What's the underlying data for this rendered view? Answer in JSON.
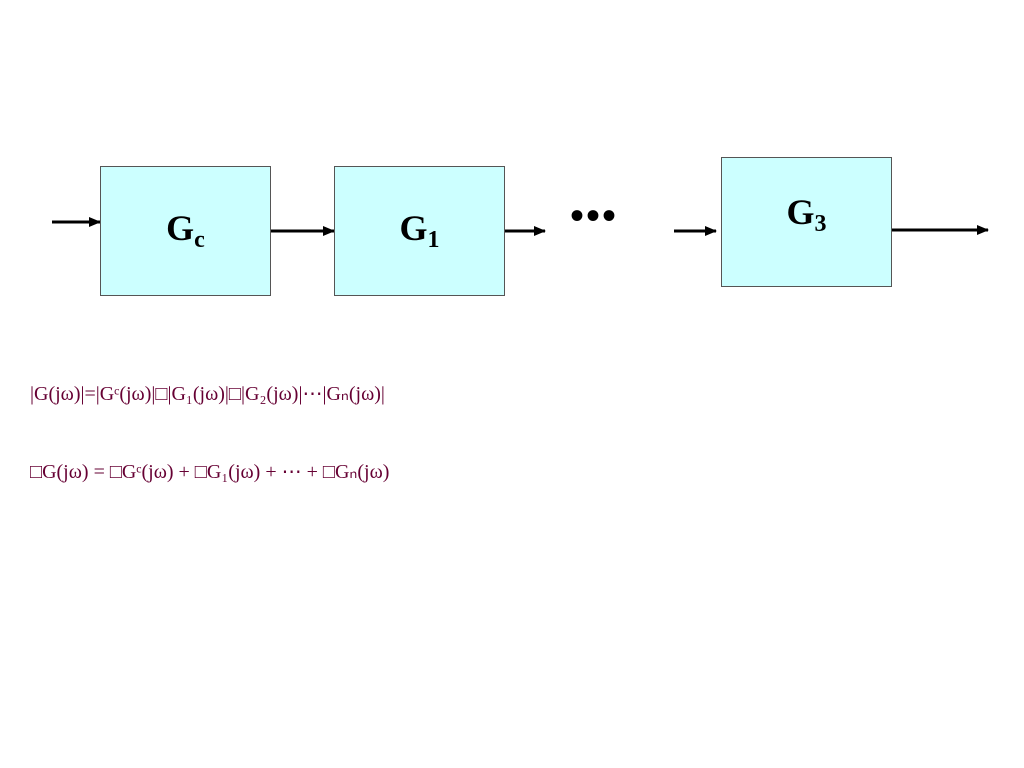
{
  "diagram": {
    "blocks": [
      {
        "id": "gc",
        "base": "G",
        "sub": "c"
      },
      {
        "id": "g1",
        "base": "G",
        "sub": "1"
      },
      {
        "id": "g3",
        "base": "G",
        "sub": "3"
      }
    ],
    "ellipsis": "•••"
  },
  "equations": {
    "magnitude": "|G(jω)|=|Gᶜ(jω)|□|G₁(jω)|□|G₂(jω)|⋯|Gₙ(jω)|",
    "phase": "□G(jω) = □Gᶜ(jω) + □G₁(jω) + ⋯ + □Gₙ(jω)"
  },
  "colors": {
    "block_fill": "#ccffff",
    "block_border": "#555555",
    "equation_text": "#660033",
    "arrow": "#000000"
  }
}
